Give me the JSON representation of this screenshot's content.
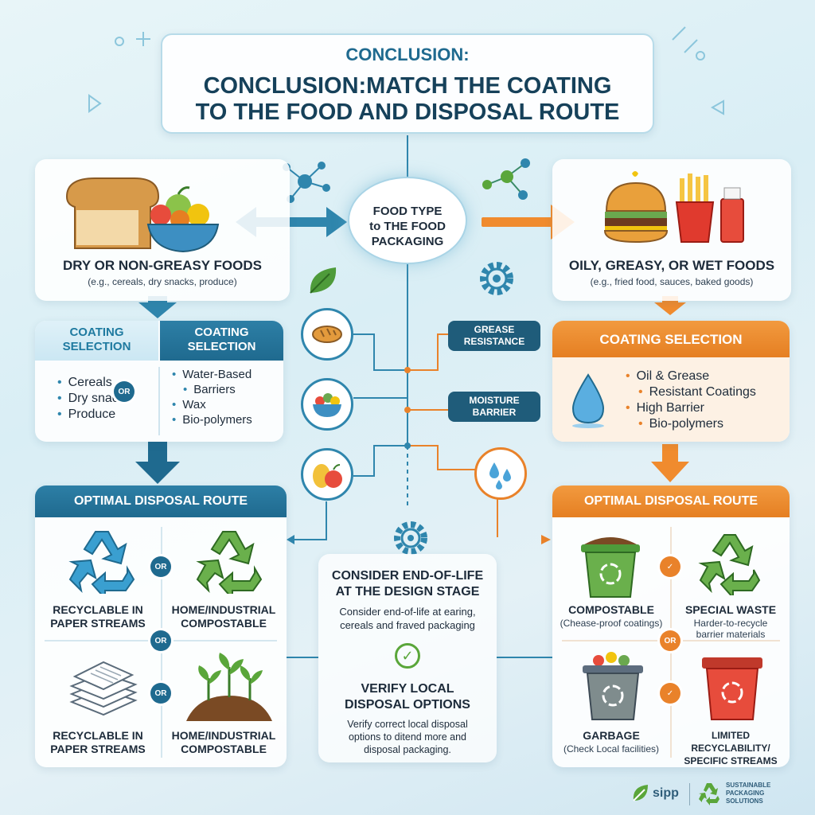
{
  "title": {
    "kicker": "CONCLUSION:",
    "main_line1": "CONCLUSION:MATCH THE COATING",
    "main_line2": "TO THE FOOD AND DISPOSAL ROUTE"
  },
  "center_node": {
    "line1": "FOOD TYPE",
    "line2": "to THE FOOD",
    "line3": "PACKAGING"
  },
  "left_food": {
    "title": "DRY OR NON-GREASY FOODS",
    "subtitle": "(e.g., cereals, dry snacks, produce)"
  },
  "right_food": {
    "title": "OILY, GREASY, OR WET FOODS",
    "subtitle": "(e.g., fried food, sauces, baked goods)"
  },
  "left_coating": {
    "header_a": [
      "COATING",
      "SELECTION"
    ],
    "header_b": [
      "COATING",
      "SELECTION"
    ],
    "list_a": [
      "Cereals",
      "Dry snacks",
      "Produce"
    ],
    "list_b": [
      "Water-Based",
      "Barriers",
      "Wax",
      "Bio-polymers"
    ],
    "or_label": "OR"
  },
  "right_coating": {
    "header": "COATING SELECTION",
    "list": [
      "Oil & Grease",
      "Resistant Coatings",
      "High Barrier",
      "Bio-polymers"
    ]
  },
  "pills": {
    "grease": [
      "GREASE",
      "RESISTANCE"
    ],
    "moisture": [
      "MOISTURE",
      "BARRIER"
    ]
  },
  "left_disposal": {
    "header": "OPTIMAL DISPOSAL ROUTE",
    "items": [
      [
        "RECYCLABLE IN",
        "PAPER STREAMS"
      ],
      [
        "HOME/INDUSTRIAL",
        "COMPOSTABLE"
      ],
      [
        "RECYCLABLE IN",
        "PAPER STREAMS"
      ],
      [
        "HOME/INDUSTRIAL",
        "COMPOSTABLE"
      ]
    ],
    "or_label": "OR"
  },
  "right_disposal": {
    "header": "OPTIMAL DISPOSAL ROUTE",
    "items": [
      {
        "title": "COMPOSTABLE",
        "sub": "(Chease-proof coatings)"
      },
      {
        "title": "SPECIAL WASTE",
        "sub": [
          "Harder-to-recycle",
          "barrier materials"
        ]
      },
      {
        "title": "GARBAGE",
        "sub": "(Check Local facilities)"
      },
      {
        "title": [
          "LIMITED RECYCLABILITY/",
          "SPECIFIC STREAMS"
        ]
      }
    ],
    "or_label": "OR"
  },
  "center_bottom": {
    "block1_title": [
      "CONSIDER END-OF-LIFE",
      "AT THE DESIGN STAGE"
    ],
    "block1_text": [
      "Consider end-of-life at earing,",
      "cereals and fraved packaging"
    ],
    "block2_title": [
      "VERIFY LOCAL",
      "DISPOSAL OPTIONS"
    ],
    "block2_text": [
      "Verify correct local disposal",
      "options to ditend more and",
      "disposal packaging."
    ]
  },
  "logo": {
    "brand": "sipp",
    "tagline": [
      "SUSTAINABLE",
      "PACKAGING",
      "SOLUTIONS"
    ]
  },
  "colors": {
    "blue": "#1f6a8f",
    "orange": "#e9822a",
    "green": "#5aa63a"
  }
}
